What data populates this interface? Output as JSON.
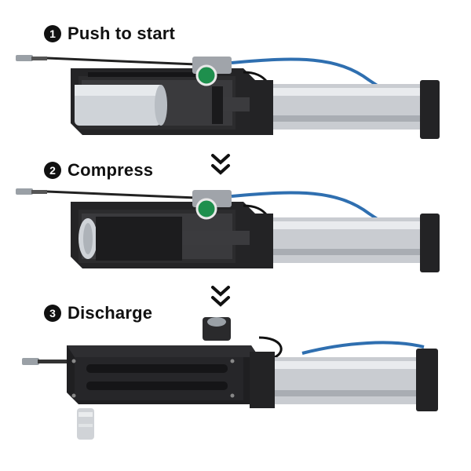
{
  "steps": [
    {
      "number": "1",
      "label": "Push to start"
    },
    {
      "number": "2",
      "label": "Compress"
    },
    {
      "number": "3",
      "label": "Discharge"
    }
  ],
  "colors": {
    "frame": "#1f1f21",
    "cylinder": "#c9ccd1",
    "hose": "#2f6fb0",
    "button": "#1e8f4d",
    "can": "#d9dde2"
  },
  "icons": [
    "step-number-badge",
    "chevron-down-icon",
    "green-push-button-icon",
    "aluminum-can"
  ]
}
